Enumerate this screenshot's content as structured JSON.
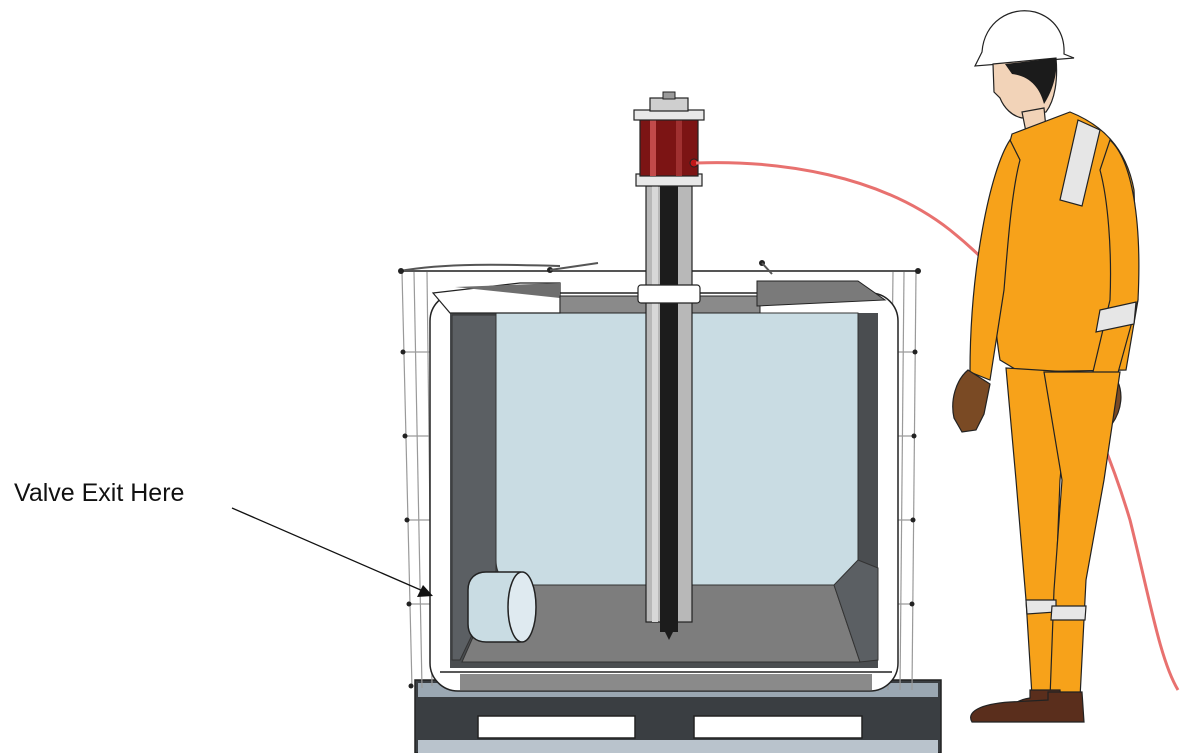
{
  "annotation": {
    "label": "Valve Exit Here"
  },
  "colors": {
    "background": "#ffffff",
    "tank_inner": "#c9dce3",
    "tank_floor": "#7d7d7d",
    "tank_frame": "#ffffff",
    "tank_side": "#4a4d50",
    "pallet": "#3a3e42",
    "coverall": "#f7a21a",
    "reflective_tape": "#e6e6e6",
    "helmet": "#ffffff",
    "glove": "#7a4a24",
    "boot": "#5a2e1c",
    "hose": "#e8716f",
    "heater_band": "#7c1414",
    "probe": "#b8b8b8",
    "outline": "#222222"
  },
  "objects": {
    "tank": "ibc-tote-tank",
    "pallet": "pallet-base",
    "cage": "wire-cage",
    "heater": "immersion-heater-probe",
    "outlet": "valve-outlet",
    "worker": "worker-in-coveralls",
    "hose": "power-cable"
  }
}
